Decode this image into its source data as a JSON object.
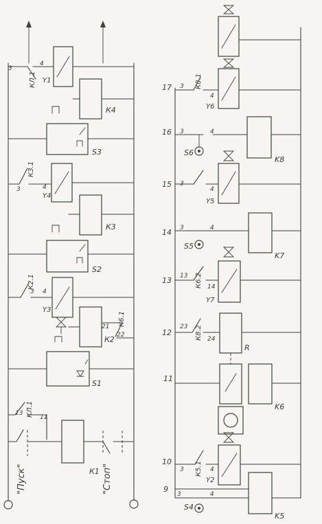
{
  "top_circuit": {
    "start_label": "\"Пуск\"",
    "stop_label": "\"Стоп\"",
    "node_numbers": [
      "3",
      "4",
      "3",
      "4",
      "3",
      "4",
      "21",
      "22",
      "13",
      "11"
    ],
    "contacts": [
      "КЛ.1",
      "КЛ.1",
      "КЗ.1",
      "К2.1",
      "К6.1"
    ],
    "coils": [
      "К1",
      "К2",
      "К3",
      "К4",
      "Y1",
      "Y3",
      "Y4"
    ],
    "sensors": [
      "S1",
      "S2",
      "S3"
    ]
  },
  "bottom_circuit": {
    "rung_numbers": [
      "9",
      "10",
      "11",
      "12",
      "13",
      "14",
      "15",
      "16",
      "17"
    ],
    "node_numbers": [
      "3",
      "4",
      "3",
      "4",
      "23",
      "24",
      "13",
      "14",
      "3",
      "4",
      "3",
      "4",
      "3",
      "4",
      "3",
      "4"
    ],
    "contacts": [
      "К5.1",
      "К8.2",
      "К6.2",
      "К8.1"
    ],
    "coils": [
      "K5",
      "K6",
      "R",
      "K7",
      "K8",
      "Y2",
      "Y7",
      "Y5",
      "Y6"
    ],
    "sensors": [
      "S4",
      "S5",
      "S6"
    ]
  }
}
